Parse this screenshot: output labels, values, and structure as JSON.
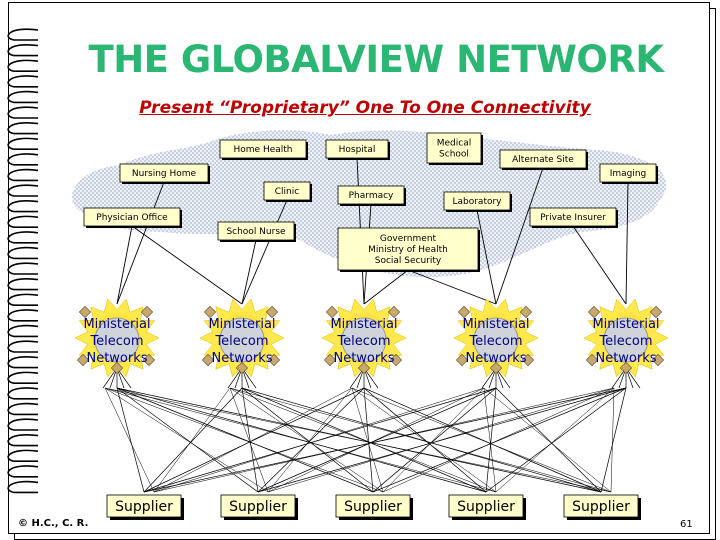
{
  "slide": {
    "title": "THE GLOBALVIEW NETWORK",
    "subtitle": "Present “Proprietary” One To One Connectivity",
    "footer_left": "© H.C., C. R.",
    "page_number": "61"
  },
  "colors": {
    "title": "#2bb673",
    "subtitle": "#c00000",
    "node_fill": "#ffffcc",
    "cloud": "#dbe3ef",
    "network_label": "#000080",
    "supplier_fill": "#ffffcc"
  },
  "participants": [
    {
      "id": "home-health",
      "label": "Home Health"
    },
    {
      "id": "hospital",
      "label": "Hospital"
    },
    {
      "id": "medical-school",
      "label": "Medical School"
    },
    {
      "id": "alternate-site",
      "label": "Alternate Site"
    },
    {
      "id": "nursing-home",
      "label": "Nursing Home"
    },
    {
      "id": "imaging",
      "label": "Imaging"
    },
    {
      "id": "clinic",
      "label": "Clinic"
    },
    {
      "id": "pharmacy",
      "label": "Pharmacy"
    },
    {
      "id": "laboratory",
      "label": "Laboratory"
    },
    {
      "id": "physician-office",
      "label": "Physician Office"
    },
    {
      "id": "private-insurer",
      "label": "Private Insurer"
    },
    {
      "id": "school-nurse",
      "label": "School Nurse"
    },
    {
      "id": "government",
      "label": "Government Ministry of Health Social Security"
    }
  ],
  "networks": [
    {
      "label": "Ministerial Telecom Networks"
    },
    {
      "label": "Ministerial Telecom Networks"
    },
    {
      "label": "Ministerial Telecom Networks"
    },
    {
      "label": "Ministerial Telecom Networks"
    },
    {
      "label": "Ministerial Telecom Networks"
    }
  ],
  "suppliers": [
    {
      "label": "Supplier"
    },
    {
      "label": "Supplier"
    },
    {
      "label": "Supplier"
    },
    {
      "label": "Supplier"
    },
    {
      "label": "Supplier"
    }
  ],
  "connections": {
    "participant_to_network": [
      [
        "physician-office",
        0
      ],
      [
        "nursing-home",
        0
      ],
      [
        "physician-office",
        1
      ],
      [
        "clinic",
        1
      ],
      [
        "school-nurse",
        1
      ],
      [
        "hospital",
        2
      ],
      [
        "government",
        2
      ],
      [
        "pharmacy",
        2
      ],
      [
        "government",
        3
      ],
      [
        "laboratory",
        3
      ],
      [
        "alternate-site",
        3
      ],
      [
        "private-insurer",
        4
      ],
      [
        "imaging",
        4
      ]
    ]
  }
}
